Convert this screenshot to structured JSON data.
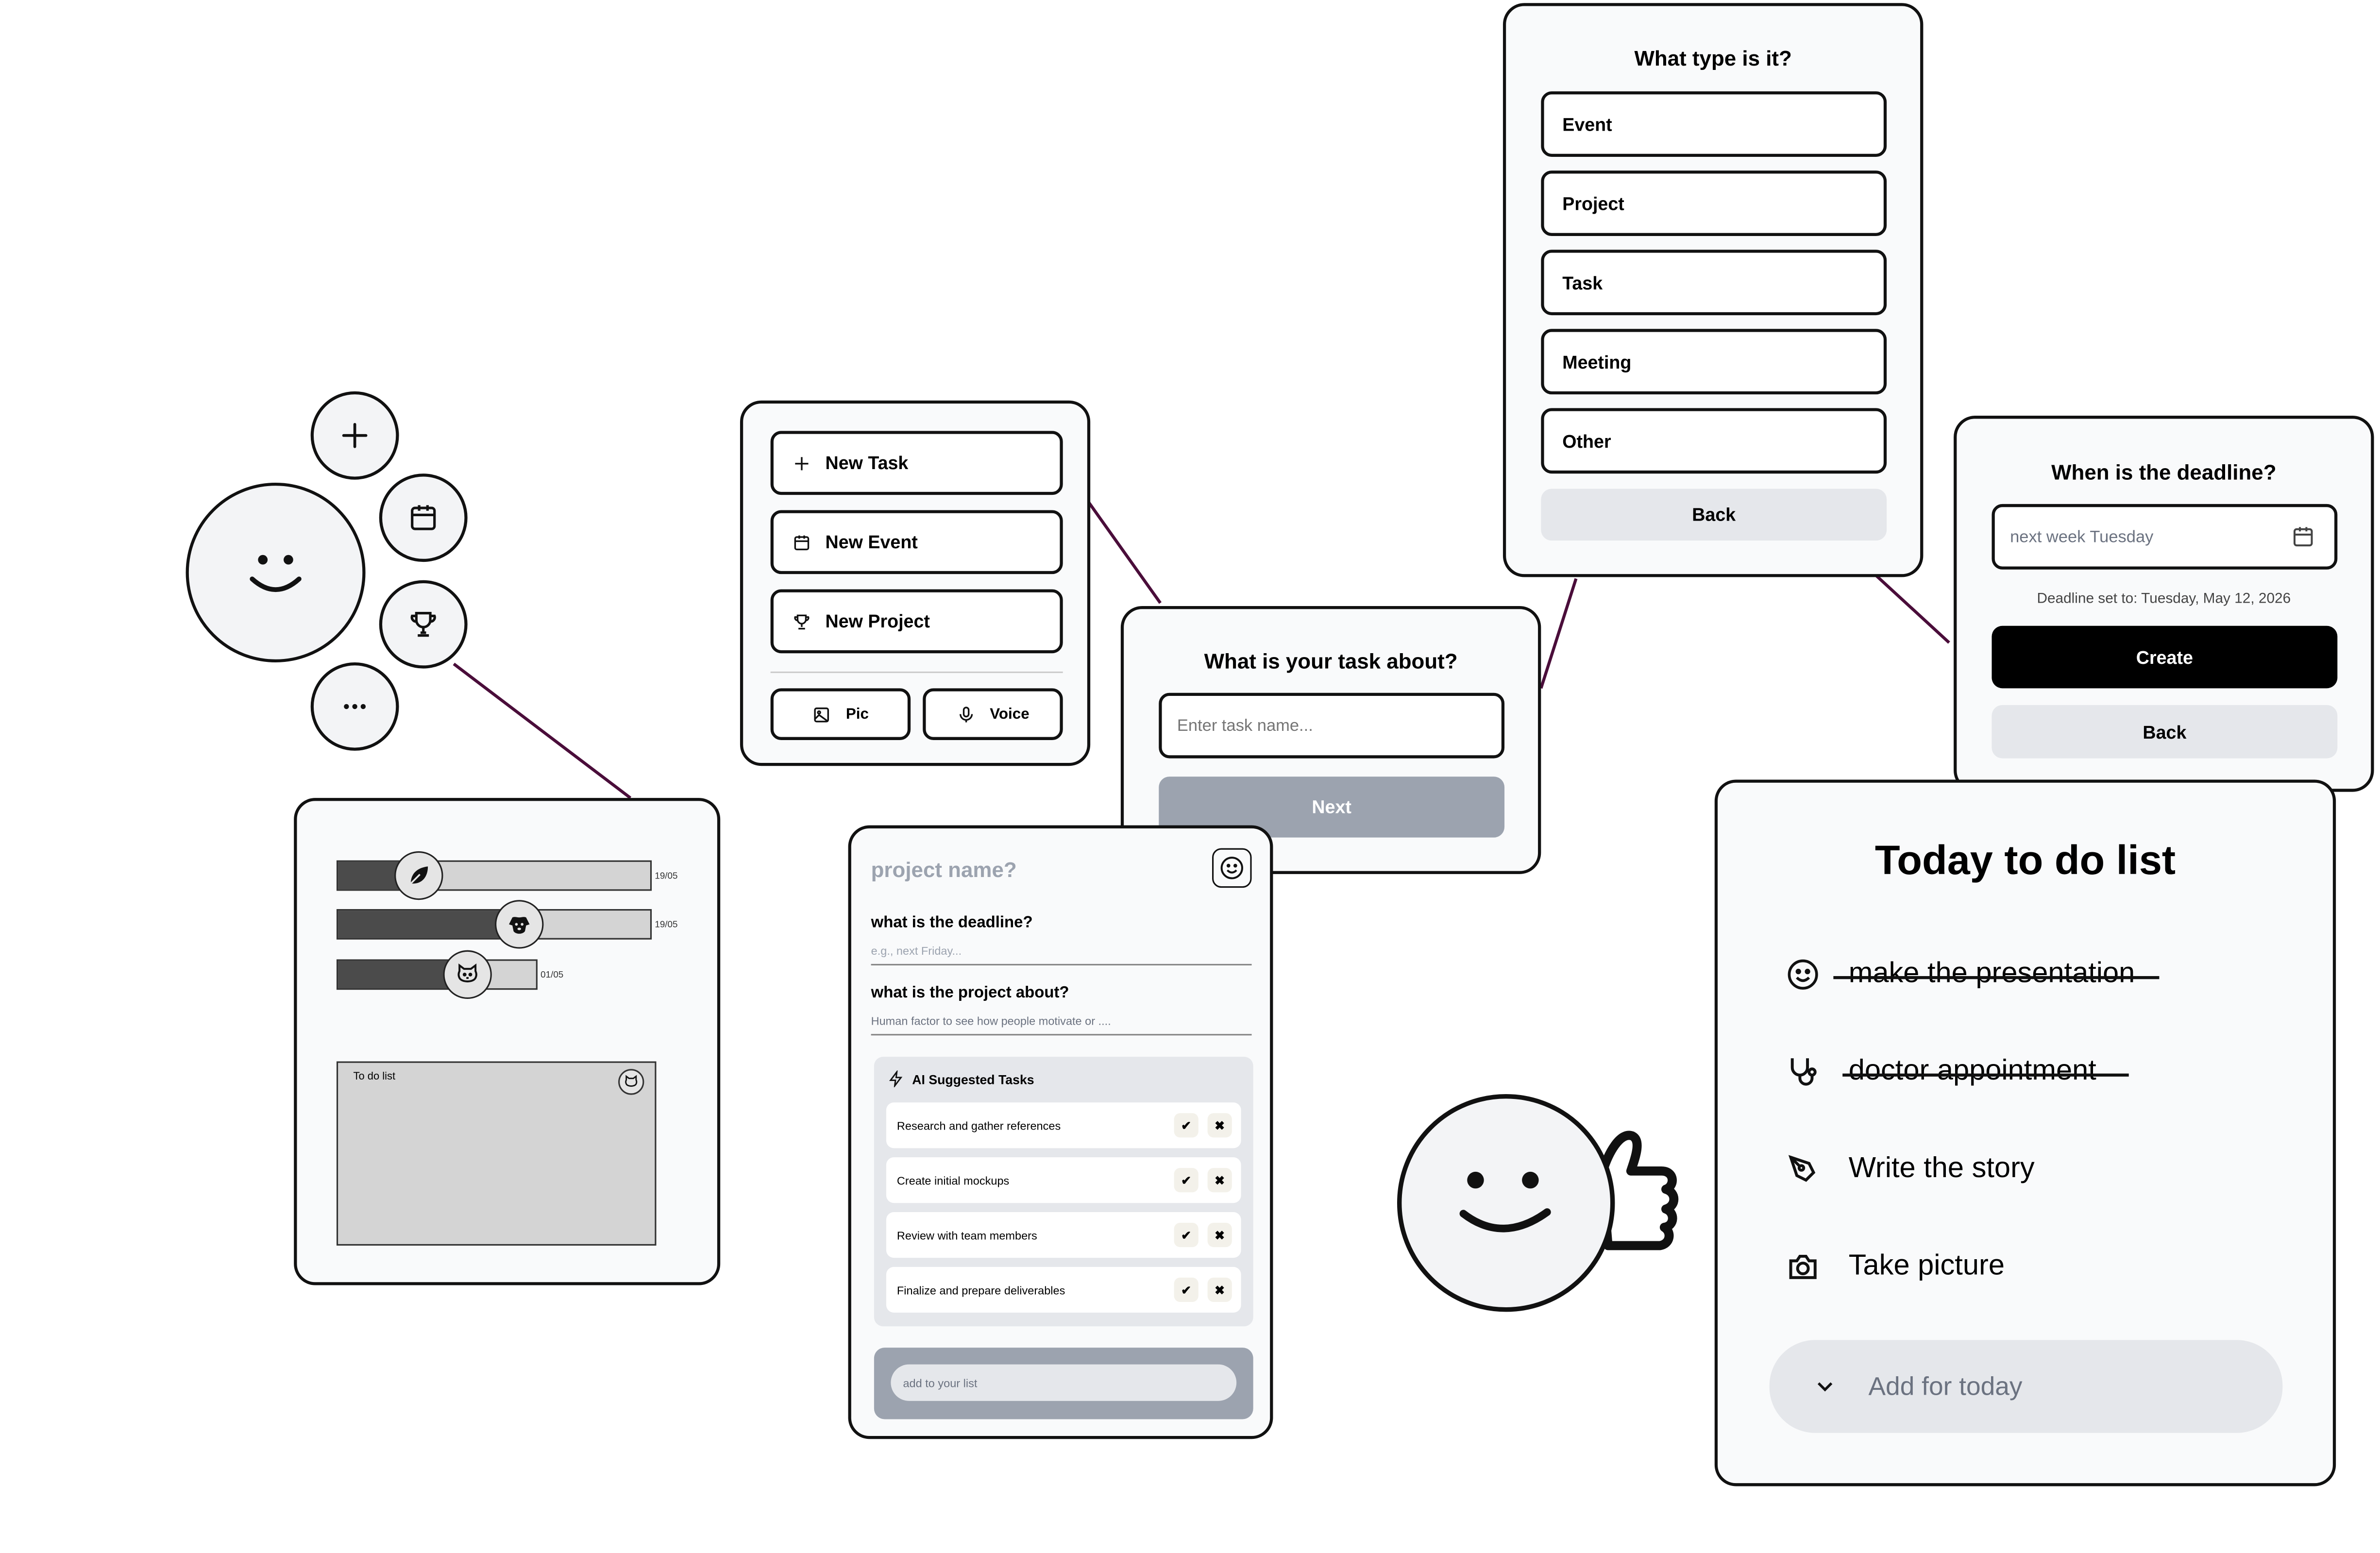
{
  "colors": {
    "line": "#4a0d3a",
    "primary": "#000000",
    "muted": "#9ca3af",
    "panel": "#f9fafb",
    "chip": "#e5e7eb"
  },
  "add_menu": {
    "plus": "plus-icon",
    "calendar": "calendar-icon",
    "trophy": "trophy-icon",
    "more": "more-dots-icon"
  },
  "progress": {
    "bars": [
      {
        "icon": "leaf-icon",
        "date": "19/05",
        "progress": 0.26
      },
      {
        "icon": "dog-icon",
        "date": "19/05",
        "progress": 0.58
      },
      {
        "icon": "cat-icon",
        "date": "01/05",
        "progress": 0.65
      }
    ],
    "todo_label": "To do list"
  },
  "new_menu": {
    "items": [
      {
        "label": "New Task",
        "icon": "plus-icon"
      },
      {
        "label": "New Event",
        "icon": "calendar-icon"
      },
      {
        "label": "New Project",
        "icon": "trophy-icon"
      }
    ],
    "pic_label": "Pic",
    "voice_label": "Voice"
  },
  "task_about": {
    "title": "What is your task about?",
    "placeholder": "Enter task name...",
    "next_label": "Next"
  },
  "type_picker": {
    "title": "What type is it?",
    "options": [
      "Event",
      "Project",
      "Task",
      "Meeting",
      "Other"
    ],
    "back_label": "Back"
  },
  "deadline": {
    "title": "When is the deadline?",
    "input_value": "next week Tuesday",
    "note": "Deadline set to: Tuesday, May 12, 2026",
    "create_label": "Create",
    "back_label": "Back"
  },
  "project": {
    "name_placeholder": "project name?",
    "deadline_q": "what is the deadline?",
    "deadline_placeholder": "e.g., next Friday...",
    "about_q": "what is the project about?",
    "about_value": "Human factor to see how people motivate or ....",
    "ai_title": "AI Suggested Tasks",
    "suggestions": [
      "Research and gather references",
      "Create initial mockups",
      "Review with team members",
      "Finalize and prepare deliverables"
    ],
    "add_placeholder": "add to your list",
    "accept_glyph": "✔",
    "reject_glyph": "✖"
  },
  "today": {
    "title": "Today to do list",
    "items": [
      {
        "label": "make the presentation",
        "icon": "smiley-icon",
        "done": true
      },
      {
        "label": "doctor appointment",
        "icon": "stethoscope-icon",
        "done": true
      },
      {
        "label": "Write the story",
        "icon": "pen-icon",
        "done": false
      },
      {
        "label": "Take picture",
        "icon": "camera-icon",
        "done": false
      }
    ],
    "add_label": "Add for today"
  }
}
